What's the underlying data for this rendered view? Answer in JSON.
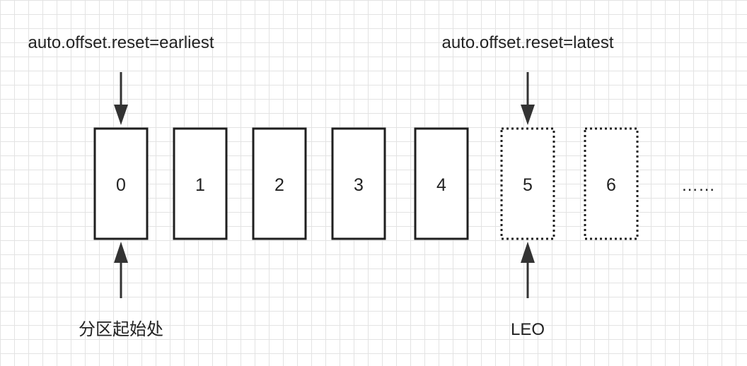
{
  "top_labels": {
    "earliest": "auto.offset.reset=earliest",
    "latest": "auto.offset.reset=latest"
  },
  "bottom_labels": {
    "partition_start": "分区起始处",
    "leo": "LEO"
  },
  "offsets": [
    {
      "label": "0",
      "style": "solid"
    },
    {
      "label": "1",
      "style": "solid"
    },
    {
      "label": "2",
      "style": "solid"
    },
    {
      "label": "3",
      "style": "solid"
    },
    {
      "label": "4",
      "style": "solid"
    },
    {
      "label": "5",
      "style": "dotted"
    },
    {
      "label": "6",
      "style": "dotted"
    }
  ],
  "ellipsis": "……",
  "colors": {
    "stroke": "#1f1f1f",
    "arrow": "#333333",
    "grid": "#e3e3e3"
  }
}
